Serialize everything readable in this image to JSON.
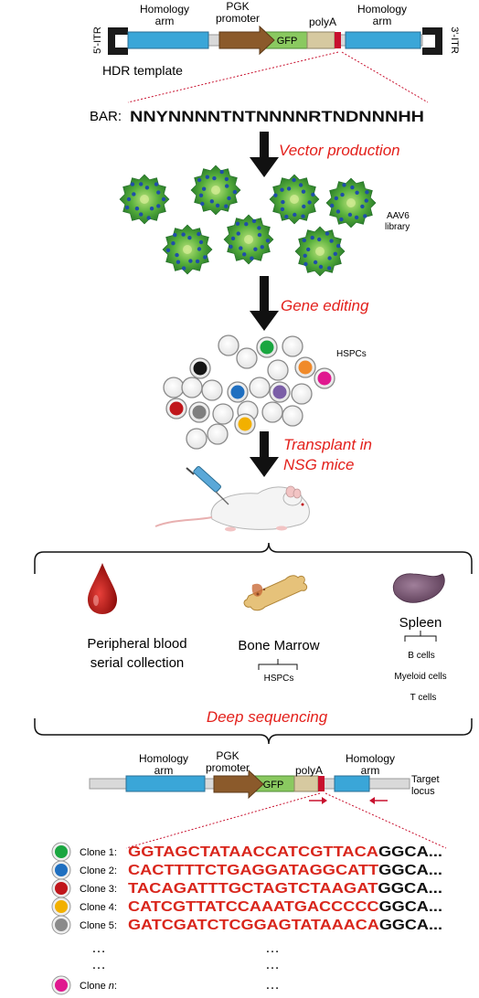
{
  "template": {
    "itr5": "5'-ITR",
    "itr3": "3'-ITR",
    "homology_left": [
      "Homology",
      "arm"
    ],
    "promoter": [
      "PGK",
      "promoter"
    ],
    "gfp": "GFP",
    "polya": "polyA",
    "homology_right": [
      "Homology",
      "arm"
    ],
    "caption": "HDR template"
  },
  "barcode": {
    "label": "BAR:",
    "sequence": "NNYNNNNTNTNNNNRTNDNNNHH"
  },
  "steps": {
    "vector_production": "Vector production",
    "gene_editing": "Gene editing",
    "transplant_line1": "Transplant in",
    "transplant_line2": "NSG mice",
    "deep_sequencing": "Deep sequencing"
  },
  "library": [
    "AAV6",
    "library"
  ],
  "hspc_label": "HSPCs",
  "tissues": {
    "blood": [
      "Peripheral blood",
      "serial collection"
    ],
    "marrow": "Bone Marrow",
    "marrow_sub": "HSPCs",
    "spleen": "Spleen",
    "spleen_sub": [
      "B cells",
      "Myeloid cells",
      "T cells"
    ]
  },
  "locus": {
    "homology_left": [
      "Homology",
      "arm"
    ],
    "promoter": [
      "PGK",
      "promoter"
    ],
    "gfp": "GFP",
    "polya": "polyA",
    "homology_right": [
      "Homology",
      "arm"
    ],
    "target": [
      "Target",
      "locus"
    ]
  },
  "clones": [
    {
      "label": "Clone 1:",
      "barcode": "GGTAGCTATAACCATCGTTACA",
      "suffix": "GGCA...",
      "color": "#1aa640"
    },
    {
      "label": "Clone 2:",
      "barcode": "CACTTTTCTGAGGATAGGCATT",
      "suffix": "GGCA...",
      "color": "#1f6fc0"
    },
    {
      "label": "Clone 3:",
      "barcode": "TACAGATTTGCTAGTCTAAGAT",
      "suffix": "GGCA...",
      "color": "#c0161b"
    },
    {
      "label": "Clone 4:",
      "barcode": "CATCGTTATCCAAATGACCCCC",
      "suffix": "GGCA...",
      "color": "#f2b000"
    },
    {
      "label": "Clone 5:",
      "barcode": "GATCGATCTCGGAGTATAAACA",
      "suffix": "GGCA...",
      "color": "#8a8a8a"
    }
  ],
  "ellipsis": "…",
  "clone_n": {
    "prefix": "Clone ",
    "italic": "n",
    "suffix": ":",
    "color": "#e0188f"
  },
  "cell_colors": {
    "green": "#1aa640",
    "black": "#151515",
    "orange": "#f08a2a",
    "magenta": "#e0188f",
    "blue": "#1f6fc0",
    "purple": "#7b5ea7",
    "red": "#c0161b",
    "gray": "#7f7f7f",
    "yellow": "#f2b000"
  }
}
